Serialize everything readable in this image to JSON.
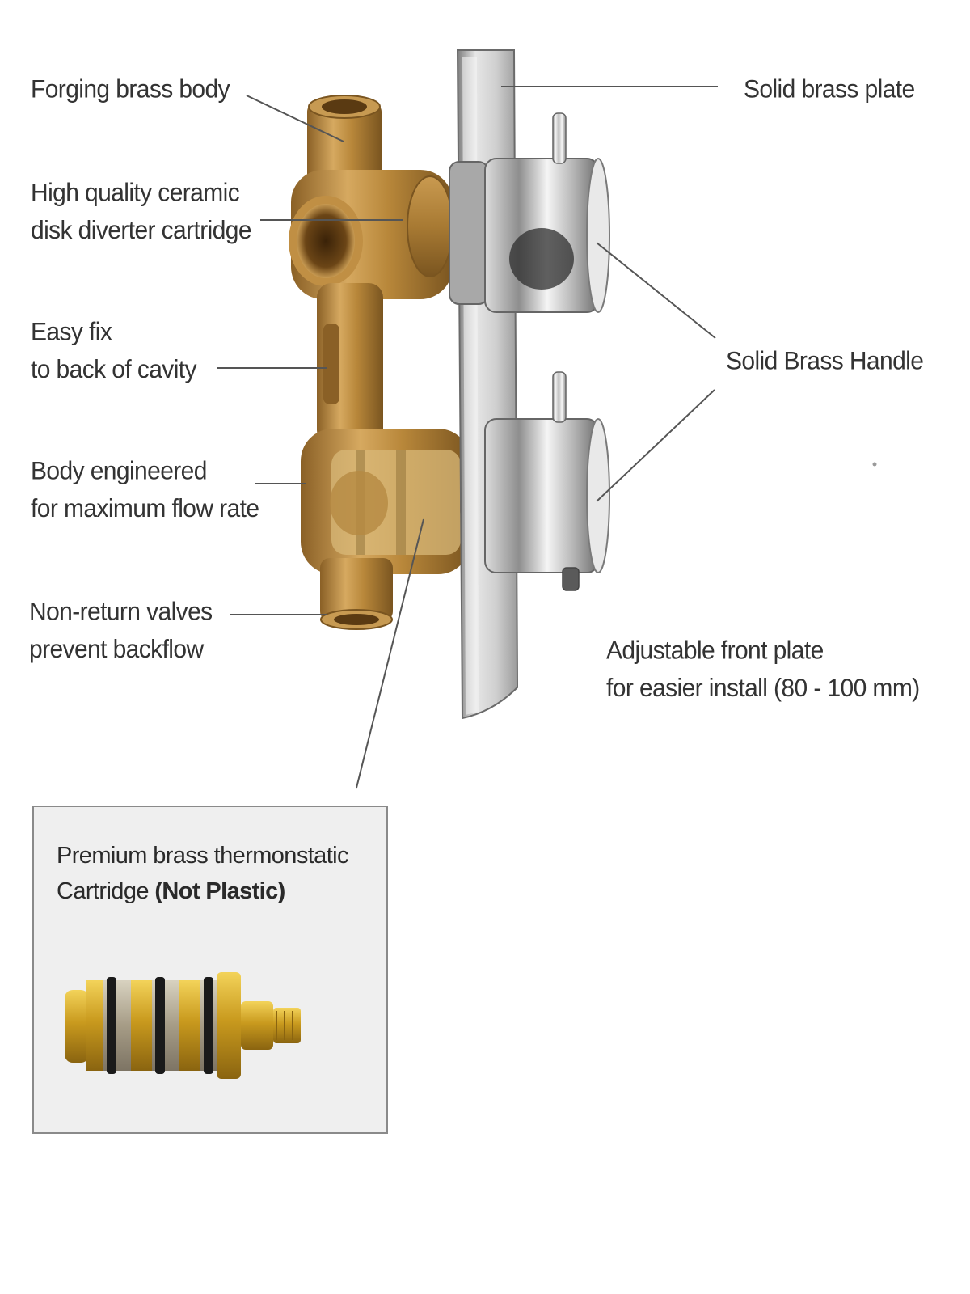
{
  "labels": {
    "forging_body": "Forging brass body",
    "ceramic_line1": "High quality ceramic",
    "ceramic_line2": "disk diverter cartridge",
    "easyfix_line1": "Easy fix",
    "easyfix_line2": "to back of cavity",
    "body_line1": "Body engineered",
    "body_line2": "for maximum flow rate",
    "nonreturn_line1": "Non-return valves",
    "nonreturn_line2": "prevent backflow",
    "solid_plate": "Solid brass plate",
    "solid_handle": "Solid Brass Handle",
    "adjustable_line1": "Adjustable front plate",
    "adjustable_line2": "for easier install (80 - 100 mm)"
  },
  "inset": {
    "line1": "Premium brass thermonstatic",
    "line2_prefix": "Cartridge ",
    "line2_bold": "(Not Plastic)"
  },
  "colors": {
    "brass": "#b8873a",
    "brass_dark": "#7a5520",
    "chrome": "#d9d9d9",
    "text": "#333333",
    "leader": "#555555"
  }
}
